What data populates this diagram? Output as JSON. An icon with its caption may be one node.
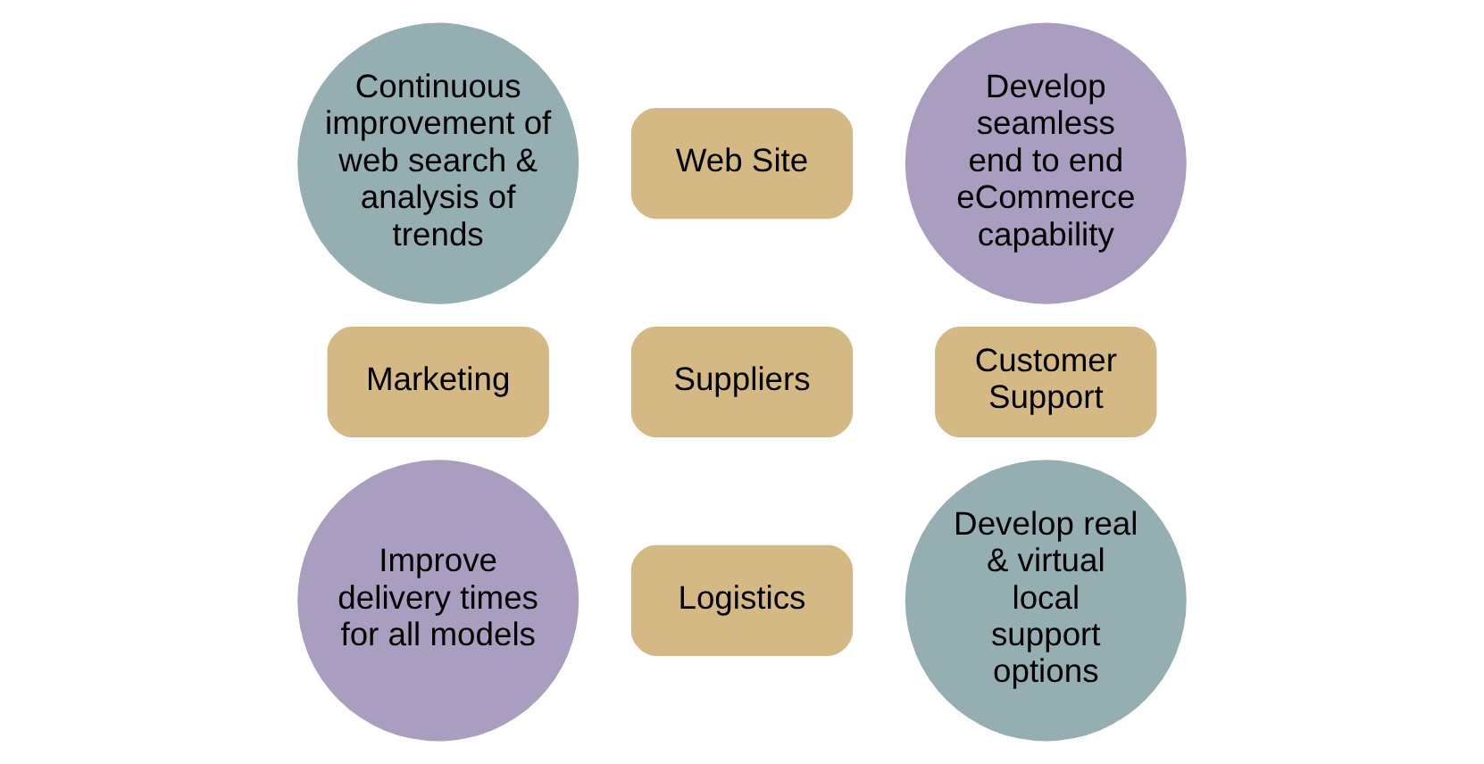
{
  "diagram": {
    "nodes": [
      {
        "text": [
          "Continuous improvement of web search & analysis of trends"
        ]
      },
      {
        "text": [
          "Web Site"
        ]
      },
      {
        "text": [
          "Develop seamless end to end eCommerce capability"
        ]
      },
      {
        "text": [
          "Marketing"
        ]
      },
      {
        "text": [
          "Suppliers"
        ]
      },
      {
        "text": [
          "Customer Support"
        ]
      },
      {
        "text": [
          "Improve delivery times for all models"
        ]
      },
      {
        "text": [
          "Logistics"
        ]
      },
      {
        "text": [
          "Develop real & virtual local support options"
        ]
      }
    ]
  }
}
